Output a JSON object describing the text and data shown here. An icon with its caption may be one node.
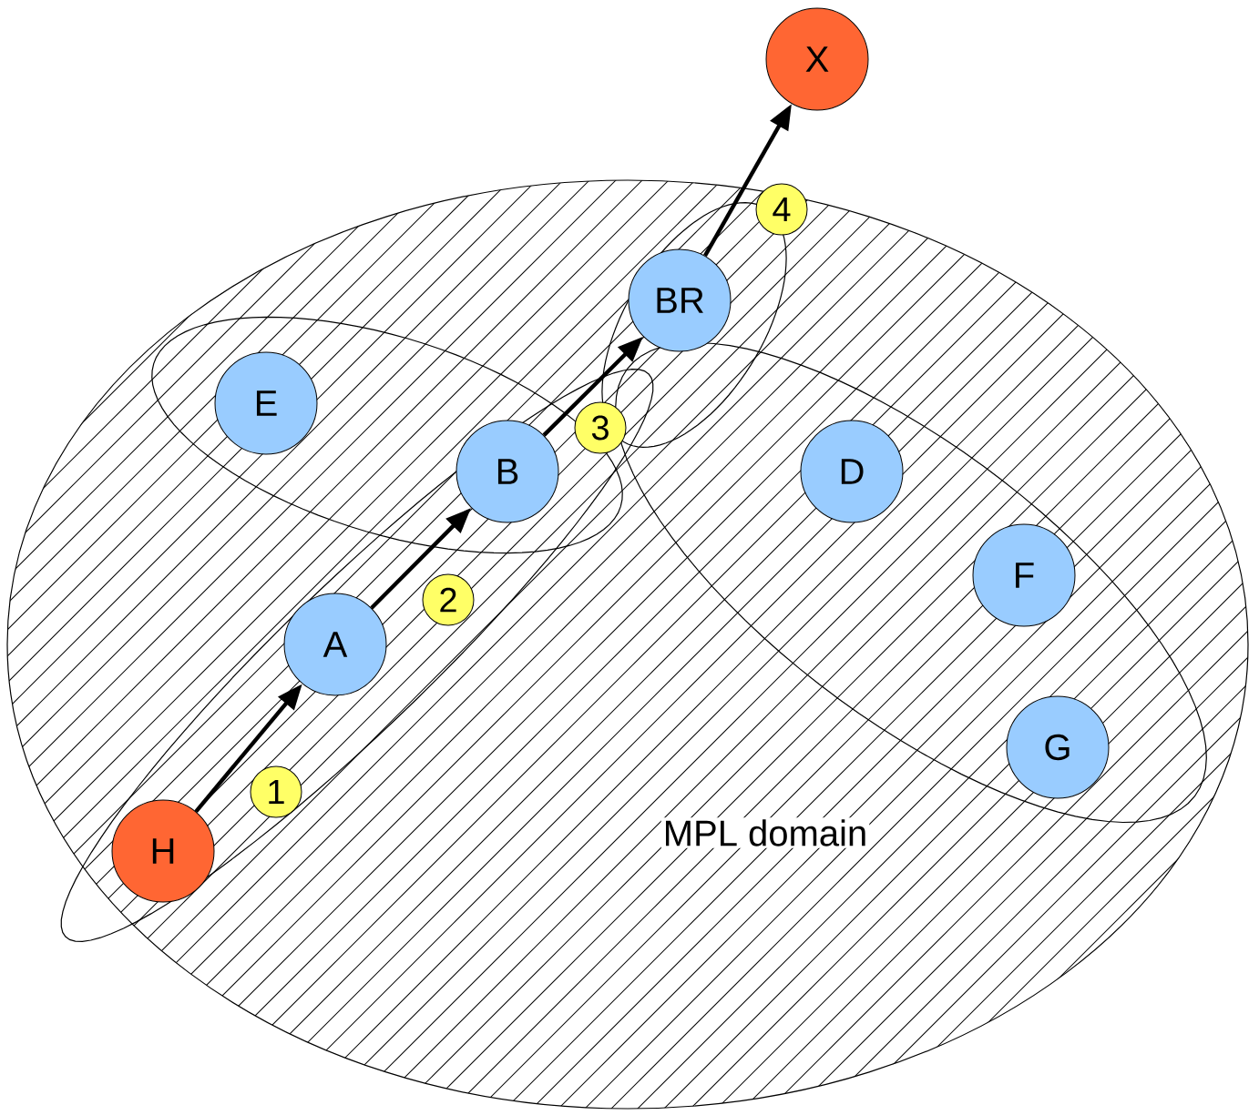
{
  "diagram": {
    "nodes": [
      {
        "text": [
          "MPL domain"
        ]
      },
      {
        "text": [
          "X"
        ]
      },
      {
        "text": [
          "4"
        ],
        "in": 0
      },
      {
        "text": [
          "BR"
        ],
        "in": 0
      },
      {
        "text": [
          "E"
        ],
        "in": 0
      },
      {
        "text": [
          "3"
        ],
        "in": 0
      },
      {
        "text": [
          "B"
        ],
        "in": 0
      },
      {
        "text": [
          "D"
        ],
        "in": 0
      },
      {
        "text": [
          "F"
        ],
        "in": 0
      },
      {
        "text": [
          "2"
        ],
        "in": 0
      },
      {
        "text": [
          "A"
        ],
        "in": 0
      },
      {
        "text": [
          "G"
        ],
        "in": 0
      },
      {
        "text": [
          "1"
        ],
        "in": 0
      },
      {
        "text": [
          "H"
        ],
        "in": 0
      }
    ],
    "edges": [
      {
        "from": 13,
        "to": 10,
        "arrow": "to"
      },
      {
        "from": 10,
        "to": 6,
        "arrow": "to"
      },
      {
        "from": 6,
        "to": 3,
        "arrow": "to"
      },
      {
        "from": 3,
        "to": 1,
        "arrow": "to"
      }
    ]
  }
}
